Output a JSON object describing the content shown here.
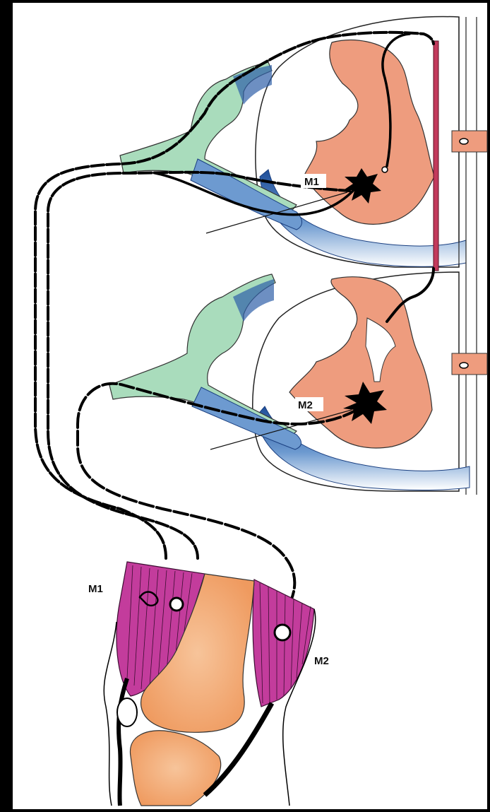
{
  "labels": {
    "cord_upper_neuron": "M1",
    "cord_lower_neuron": "M2",
    "muscle_flexor": "M1",
    "muscle_extensor": "M2"
  },
  "colors": {
    "background": "#000000",
    "panel": "#ffffff",
    "gray_matter": "#ee9c7e",
    "ganglion_root": "#a9dcbc",
    "nerve_sheath_blue": "#2f5fa8",
    "muscle": "#c33c9c",
    "bone": "#f0a06b",
    "axon": "#000000",
    "interneuron": "#c23a5c"
  }
}
